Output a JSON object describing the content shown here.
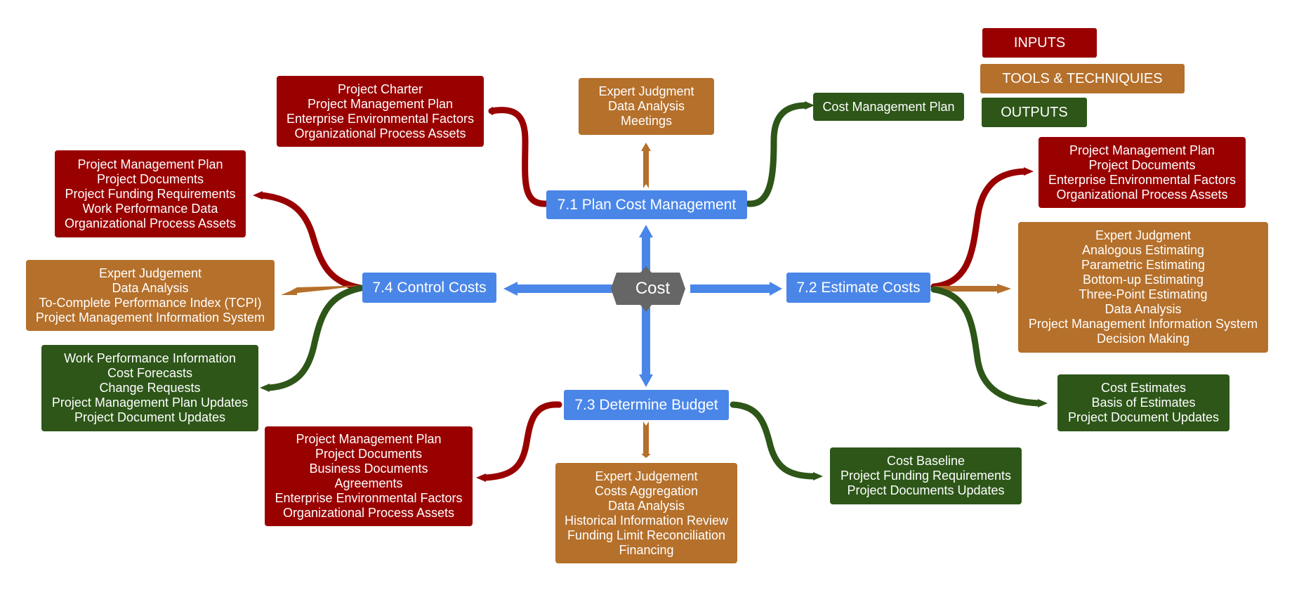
{
  "colors": {
    "process": "#4a86e8",
    "inputs": "#990000",
    "tools": "#b5702b",
    "outputs": "#2d5618",
    "center": "#666666"
  },
  "center": {
    "label": "Cost"
  },
  "legend": {
    "inputs": "INPUTS",
    "tools": "TOOLS & TECHNIQUIES",
    "outputs": "OUTPUTS"
  },
  "processes": {
    "plan": {
      "label": "7.1 Plan Cost Management",
      "inputs": [
        "Project Charter",
        "Project Management Plan",
        "Enterprise Environmental Factors",
        "Organizational Process Assets"
      ],
      "tools": [
        "Expert Judgment",
        "Data Analysis",
        "Meetings"
      ],
      "outputs": [
        "Cost Management Plan"
      ]
    },
    "estimate": {
      "label": "7.2 Estimate Costs",
      "inputs": [
        "Project Management Plan",
        "Project Documents",
        "Enterprise Environmental Factors",
        "Organizational Process Assets"
      ],
      "tools": [
        "Expert Judgment",
        "Analogous Estimating",
        "Parametric Estimating",
        "Bottom-up Estimating",
        "Three-Point Estimating",
        "Data Analysis",
        "Project Management Information System",
        "Decision Making"
      ],
      "outputs": [
        "Cost Estimates",
        "Basis of Estimates",
        "Project Document Updates"
      ]
    },
    "budget": {
      "label": "7.3 Determine Budget",
      "inputs": [
        "Project Management Plan",
        "Project Documents",
        "Business Documents",
        "Agreements",
        "Enterprise Environmental Factors",
        "Organizational Process Assets"
      ],
      "tools": [
        "Expert Judgement",
        "Costs Aggregation",
        "Data Analysis",
        "Historical Information Review",
        "Funding Limit Reconciliation",
        "Financing"
      ],
      "outputs": [
        "Cost Baseline",
        "Project Funding Requirements",
        "Project Documents Updates"
      ]
    },
    "control": {
      "label": "7.4 Control Costs",
      "inputs": [
        "Project Management Plan",
        "Project Documents",
        "Project Funding Requirements",
        "Work Performance Data",
        "Organizational Process Assets"
      ],
      "tools": [
        "Expert Judgement",
        "Data Analysis",
        "To-Complete Performance Index (TCPI)",
        "Project Management Information System"
      ],
      "outputs": [
        "Work Performance Information",
        "Cost Forecasts",
        "Change Requests",
        "Project Management Plan Updates",
        "Project Document Updates"
      ]
    }
  }
}
